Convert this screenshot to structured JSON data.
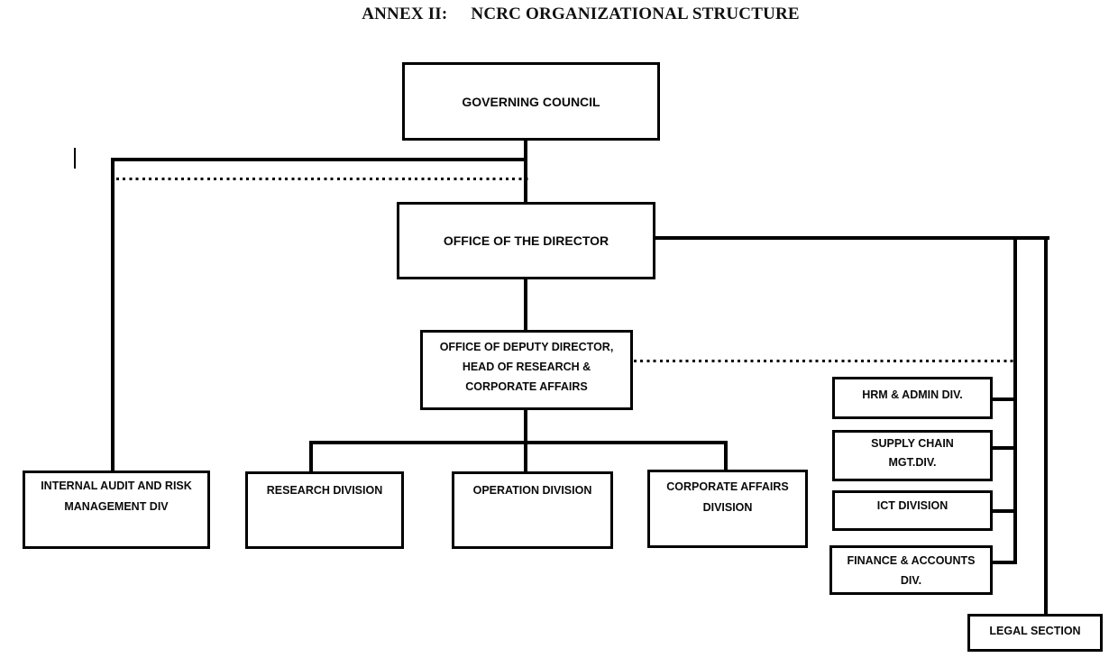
{
  "title": {
    "prefix": "ANNEX II:",
    "text": "NCRC ORGANIZATIONAL STRUCTURE"
  },
  "boxes": {
    "governing_council": {
      "label": "GOVERNING COUNCIL"
    },
    "office_of_director": {
      "label": "OFFICE OF THE DIRECTOR"
    },
    "deputy_director": {
      "lines": [
        "OFFICE OF DEPUTY DIRECTOR,",
        "HEAD OF RESEARCH &",
        "CORPORATE AFFAIRS"
      ]
    },
    "internal_audit": {
      "lines": [
        "INTERNAL AUDIT AND RISK",
        "MANAGEMENT DIV"
      ]
    },
    "research_division": {
      "label": "RESEARCH DIVISION"
    },
    "operation_division": {
      "label": "OPERATION DIVISION"
    },
    "corporate_affairs_division": {
      "lines": [
        "CORPORATE AFFAIRS",
        "DIVISION"
      ]
    },
    "hrm_admin_div": {
      "label": "HRM & ADMIN DIV."
    },
    "supply_chain_div": {
      "lines": [
        "SUPPLY CHAIN",
        "MGT.DIV."
      ]
    },
    "ict_division": {
      "label": "ICT DIVISION"
    },
    "finance_accounts_div": {
      "lines": [
        "FINANCE & ACCOUNTS",
        "DIV."
      ]
    },
    "legal_section": {
      "label": "LEGAL SECTION"
    }
  },
  "colors": {
    "line": "#000000",
    "background": "#ffffff",
    "text": "#0a0a0a"
  }
}
